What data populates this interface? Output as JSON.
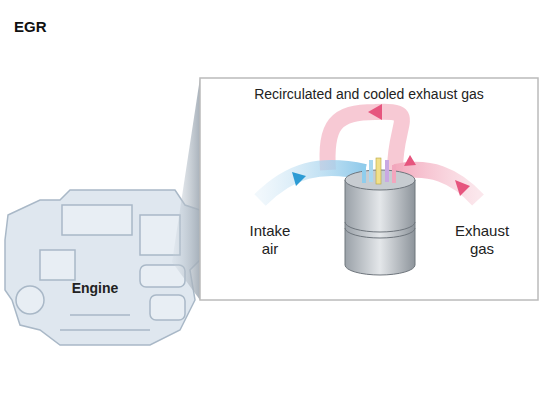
{
  "diagram": {
    "title": "EGR",
    "nodes": [
      {
        "text": [
          "Engine"
        ]
      },
      {
        "text": [
          "Recirculated and cooled exhaust gas"
        ]
      }
    ],
    "labels": [
      "Intake air",
      "Exhaust gas"
    ]
  }
}
